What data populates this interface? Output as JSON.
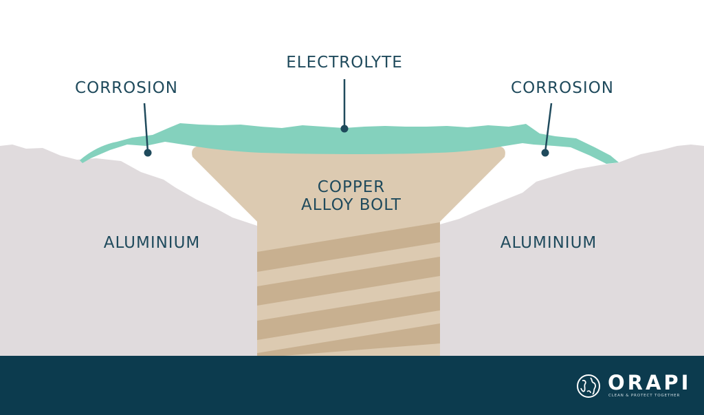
{
  "labels": {
    "electrolyte": "ELECTROLYTE",
    "corrosion_left": "CORROSION",
    "corrosion_right": "CORROSION",
    "bolt_line1": "COPPER",
    "bolt_line2": "ALLOY BOLT",
    "aluminium_left": "ALUMINIUM",
    "aluminium_right": "ALUMINIUM"
  },
  "logo": {
    "name": "ORAPI",
    "tagline": "CLEAN & PROTECT TOGETHER"
  },
  "colors": {
    "aluminium": "#e0dbdd",
    "bolt": "#dccab1",
    "bolt_thread": "#c8b090",
    "electrolyte": "#84d1bd",
    "text": "#1f4a5c",
    "footer": "#0c3b4e"
  }
}
